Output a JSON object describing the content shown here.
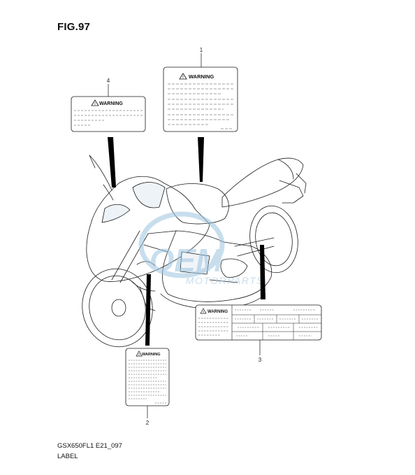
{
  "figure": {
    "title": "FIG.97",
    "code": "GSX650FL1 E21_097",
    "name": "LABEL"
  },
  "watermark": {
    "brand": "OEM",
    "tagline": "MOTORPARTS",
    "color": "#9cc4e0"
  },
  "callouts": [
    {
      "id": "1",
      "label": "1"
    },
    {
      "id": "2",
      "label": "2"
    },
    {
      "id": "3",
      "label": "3"
    },
    {
      "id": "4",
      "label": "4"
    }
  ],
  "labels": {
    "label1": {
      "heading": "WARNING"
    },
    "label2": {
      "heading": "WARNING"
    },
    "label3": {
      "heading": "WARNING"
    },
    "label4": {
      "heading": "WARNING"
    }
  },
  "colors": {
    "line": "#1a1a1a",
    "leader": "#000000"
  }
}
